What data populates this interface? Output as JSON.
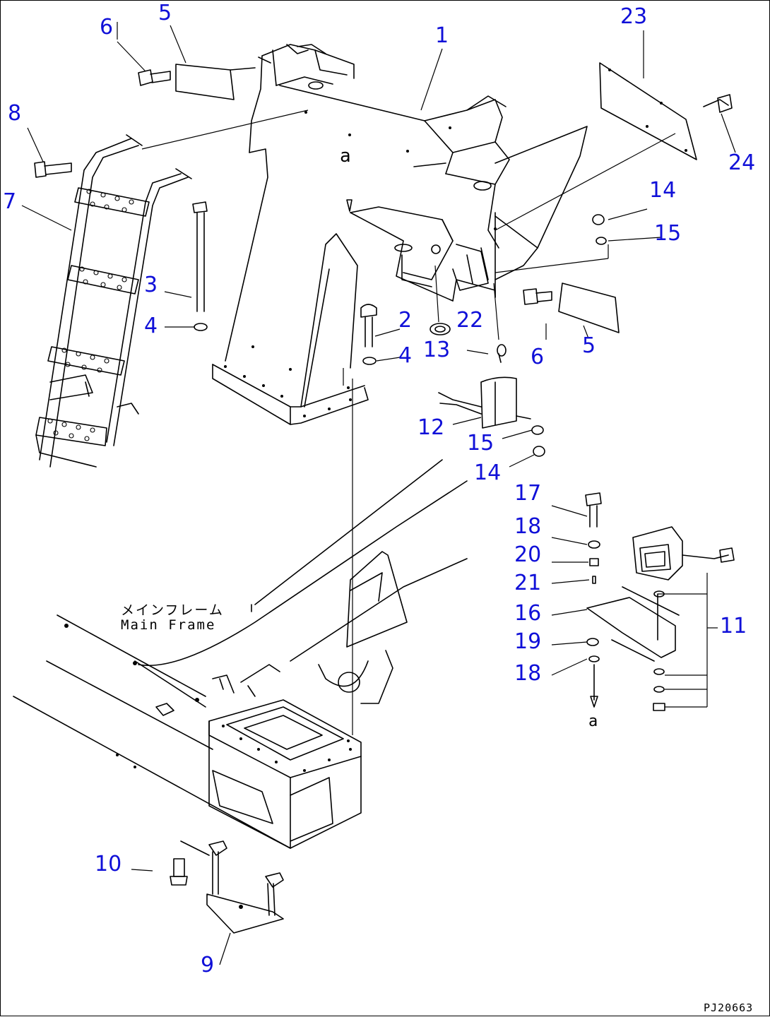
{
  "drawing": {
    "code": "PJ20663",
    "frame_label_jp": "メインフレーム",
    "frame_label_en": "Main Frame",
    "ref_marks": [
      "a",
      "a"
    ]
  },
  "callouts": [
    "1",
    "2",
    "3",
    "4",
    "4",
    "5",
    "5",
    "6",
    "6",
    "7",
    "8",
    "9",
    "10",
    "11",
    "12",
    "13",
    "14",
    "14",
    "15",
    "15",
    "16",
    "17",
    "18",
    "18",
    "19",
    "20",
    "21",
    "22",
    "23",
    "24"
  ],
  "colors": {
    "callout": "#1010d8",
    "line": "#000000"
  }
}
